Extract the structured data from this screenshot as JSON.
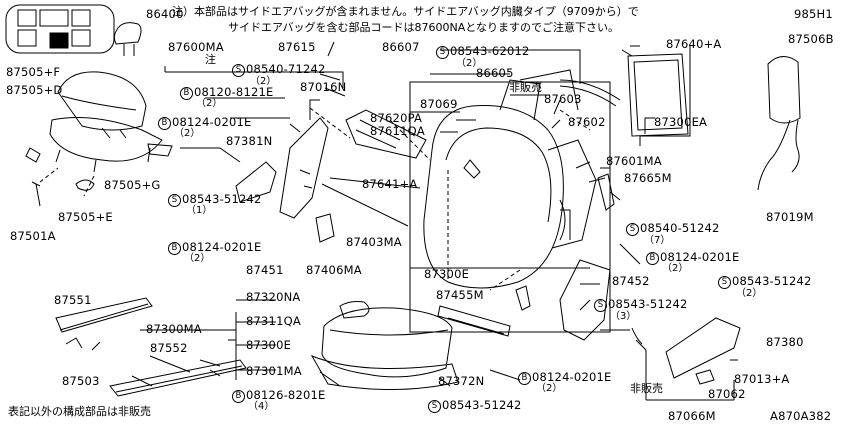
{
  "notes": {
    "top_line1": "注）本部品はサイドエアバッグが含まれません。サイドエアバッグ内臓タイプ（9709から）で",
    "top_line2": "サイドエアバッグを含む部品コードは87600NAとなりますのでご注意下さい。",
    "note_mark": "注",
    "hanbaibai1": "非販売",
    "hanbaibai2": "非販売",
    "bottom_left": "表記以外の構成部品は非販売",
    "diagram_code": "A870A382"
  },
  "parts": {
    "p86400": "86400",
    "p985H1": "985H1",
    "p87506B": "87506B",
    "p87505F": "87505+F",
    "p87505D": "87505+D",
    "p87600MA": "87600MA",
    "p87615": "87615",
    "p86607": "86607",
    "s08543_62012": "08543-62012",
    "s08543_62012_q": "（2）",
    "p87640A": "87640+A",
    "s08540_71242": "08540-71242",
    "s08540_71242_q": "（2）",
    "p86605": "86605",
    "b08120_8121E": "08120-8121E",
    "b08120_8121E_q": "（2）",
    "p87016N": "87016N",
    "p87603": "87603",
    "p87069": "87069",
    "p87300EA": "87300EA",
    "p87620PA": "87620PA",
    "b08124_0201E_a": "08124-0201E",
    "b08124_0201E_a_q": "（2）",
    "p87611QA": "87611QA",
    "p87602": "87602",
    "p87381N": "87381N",
    "p87601MA": "87601MA",
    "p87665M": "87665M",
    "p87505G": "87505+G",
    "p87641A": "87641+A",
    "s08543_51242_a": "08543-51242",
    "s08543_51242_a_q": "（1）",
    "p87505E": "87505+E",
    "p87019M": "87019M",
    "s08540_51242": "08540-51242",
    "s08540_51242_q": "（7）",
    "p87501A": "87501A",
    "p87403MA": "87403MA",
    "b08124_0201E_b": "08124-0201E",
    "b08124_0201E_b_q": "（2）",
    "b08124_0201E_c": "08124-0201E",
    "b08124_0201E_c_q": "（2）",
    "p87451": "87451",
    "p87406MA": "87406MA",
    "p87300E_a": "87300E",
    "p87452": "87452",
    "s08543_51242_b": "08543-51242",
    "s08543_51242_b_q": "（2）",
    "p87551": "87551",
    "p87320NA": "87320NA",
    "p87455M": "87455M",
    "s08543_51242_c": "08543-51242",
    "s08543_51242_c_q": "（3）",
    "p87300MA": "87300MA",
    "p87311QA": "87311QA",
    "p87380": "87380",
    "p87552": "87552",
    "p87300E_b": "87300E",
    "p87503": "87503",
    "p87301MA": "87301MA",
    "p87372N": "87372N",
    "b08124_0201E_d": "08124-0201E",
    "b08124_0201E_d_q": "（2）",
    "p87013A": "87013+A",
    "p87062": "87062",
    "b08126_8201E": "08126-8201E",
    "b08126_8201E_q": "（4）",
    "s08543_51242_d": "08543-51242",
    "p87066M": "87066M"
  },
  "symbols": {
    "screw": "S",
    "bolt": "B"
  }
}
